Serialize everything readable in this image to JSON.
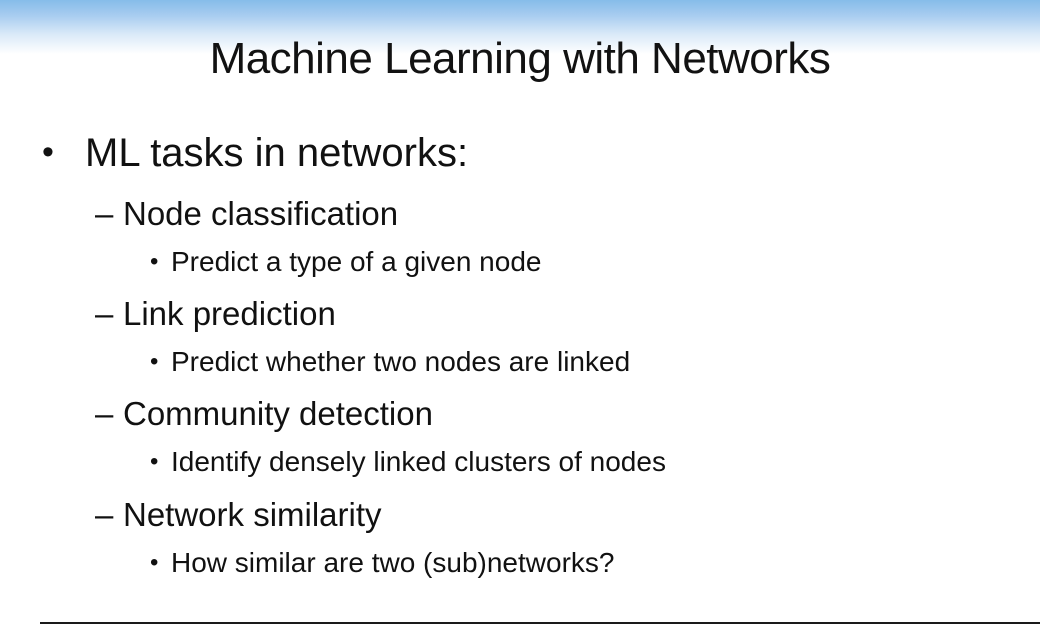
{
  "slide": {
    "title": "Machine Learning with Networks",
    "colors": {
      "header_gradient_top": "#86bce9",
      "header_gradient_mid": "#a9cdf0",
      "header_gradient_low": "#d9e9f8",
      "text": "#111111",
      "bottom_line": "#1a1a1a"
    },
    "content": {
      "intro": {
        "marker": "•",
        "text": "ML tasks in networks:"
      },
      "tasks": [
        {
          "marker": "–",
          "text": "Node classification",
          "detail": {
            "marker": "•",
            "text": "Predict a type of a given node"
          }
        },
        {
          "marker": "–",
          "text": "Link prediction",
          "detail": {
            "marker": "•",
            "text": "Predict whether two nodes are linked"
          }
        },
        {
          "marker": "–",
          "text": "Community detection",
          "detail": {
            "marker": "•",
            "text": "Identify densely linked clusters of nodes"
          }
        },
        {
          "marker": "–",
          "text": "Network similarity",
          "detail": {
            "marker": "•",
            "text": "How similar are two (sub)networks?"
          }
        }
      ]
    }
  }
}
